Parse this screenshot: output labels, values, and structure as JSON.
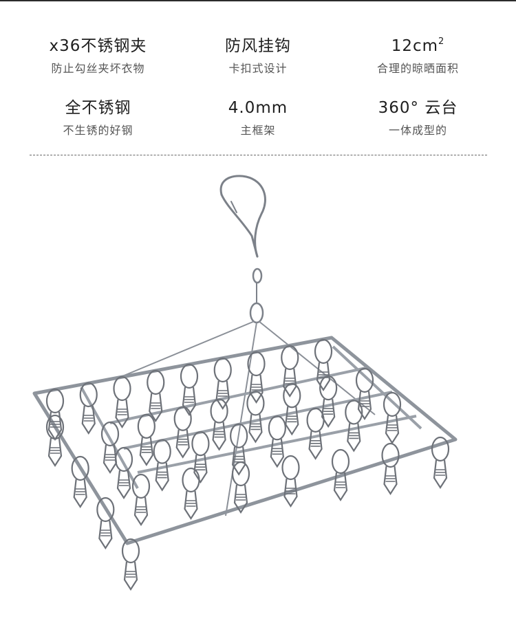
{
  "features": [
    {
      "title": "x36不锈钢夹",
      "title_sup": "",
      "subtitle": "防止勾丝夹坏衣物"
    },
    {
      "title": "防风挂钩",
      "title_sup": "",
      "subtitle": "卡扣式设计"
    },
    {
      "title": "12cm",
      "title_sup": "2",
      "subtitle": "合理的晾晒面积"
    },
    {
      "title": "全不锈钢",
      "title_sup": "",
      "subtitle": "不生锈的好钢"
    },
    {
      "title": "4.0mm",
      "title_sup": "",
      "subtitle": "主框架"
    },
    {
      "title": "360° 云台",
      "title_sup": "",
      "subtitle": "一体成型的"
    }
  ],
  "colors": {
    "steel_dark": "#6d7178",
    "steel_mid": "#9aa0a8",
    "steel_light": "#dfe3e8"
  }
}
